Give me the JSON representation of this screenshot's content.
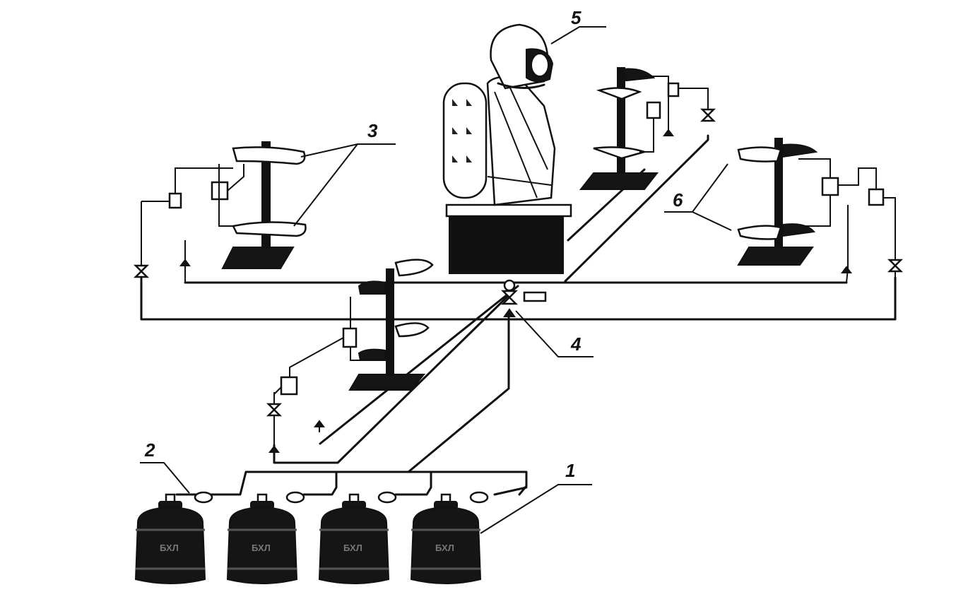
{
  "callouts": {
    "c1": "1",
    "c2": "2",
    "c3": "3",
    "c4": "4",
    "c5": "5",
    "c6": "6"
  },
  "cylinder_marking": "БХЛ",
  "colors": {
    "ink": "#111111",
    "background": "#ffffff"
  }
}
